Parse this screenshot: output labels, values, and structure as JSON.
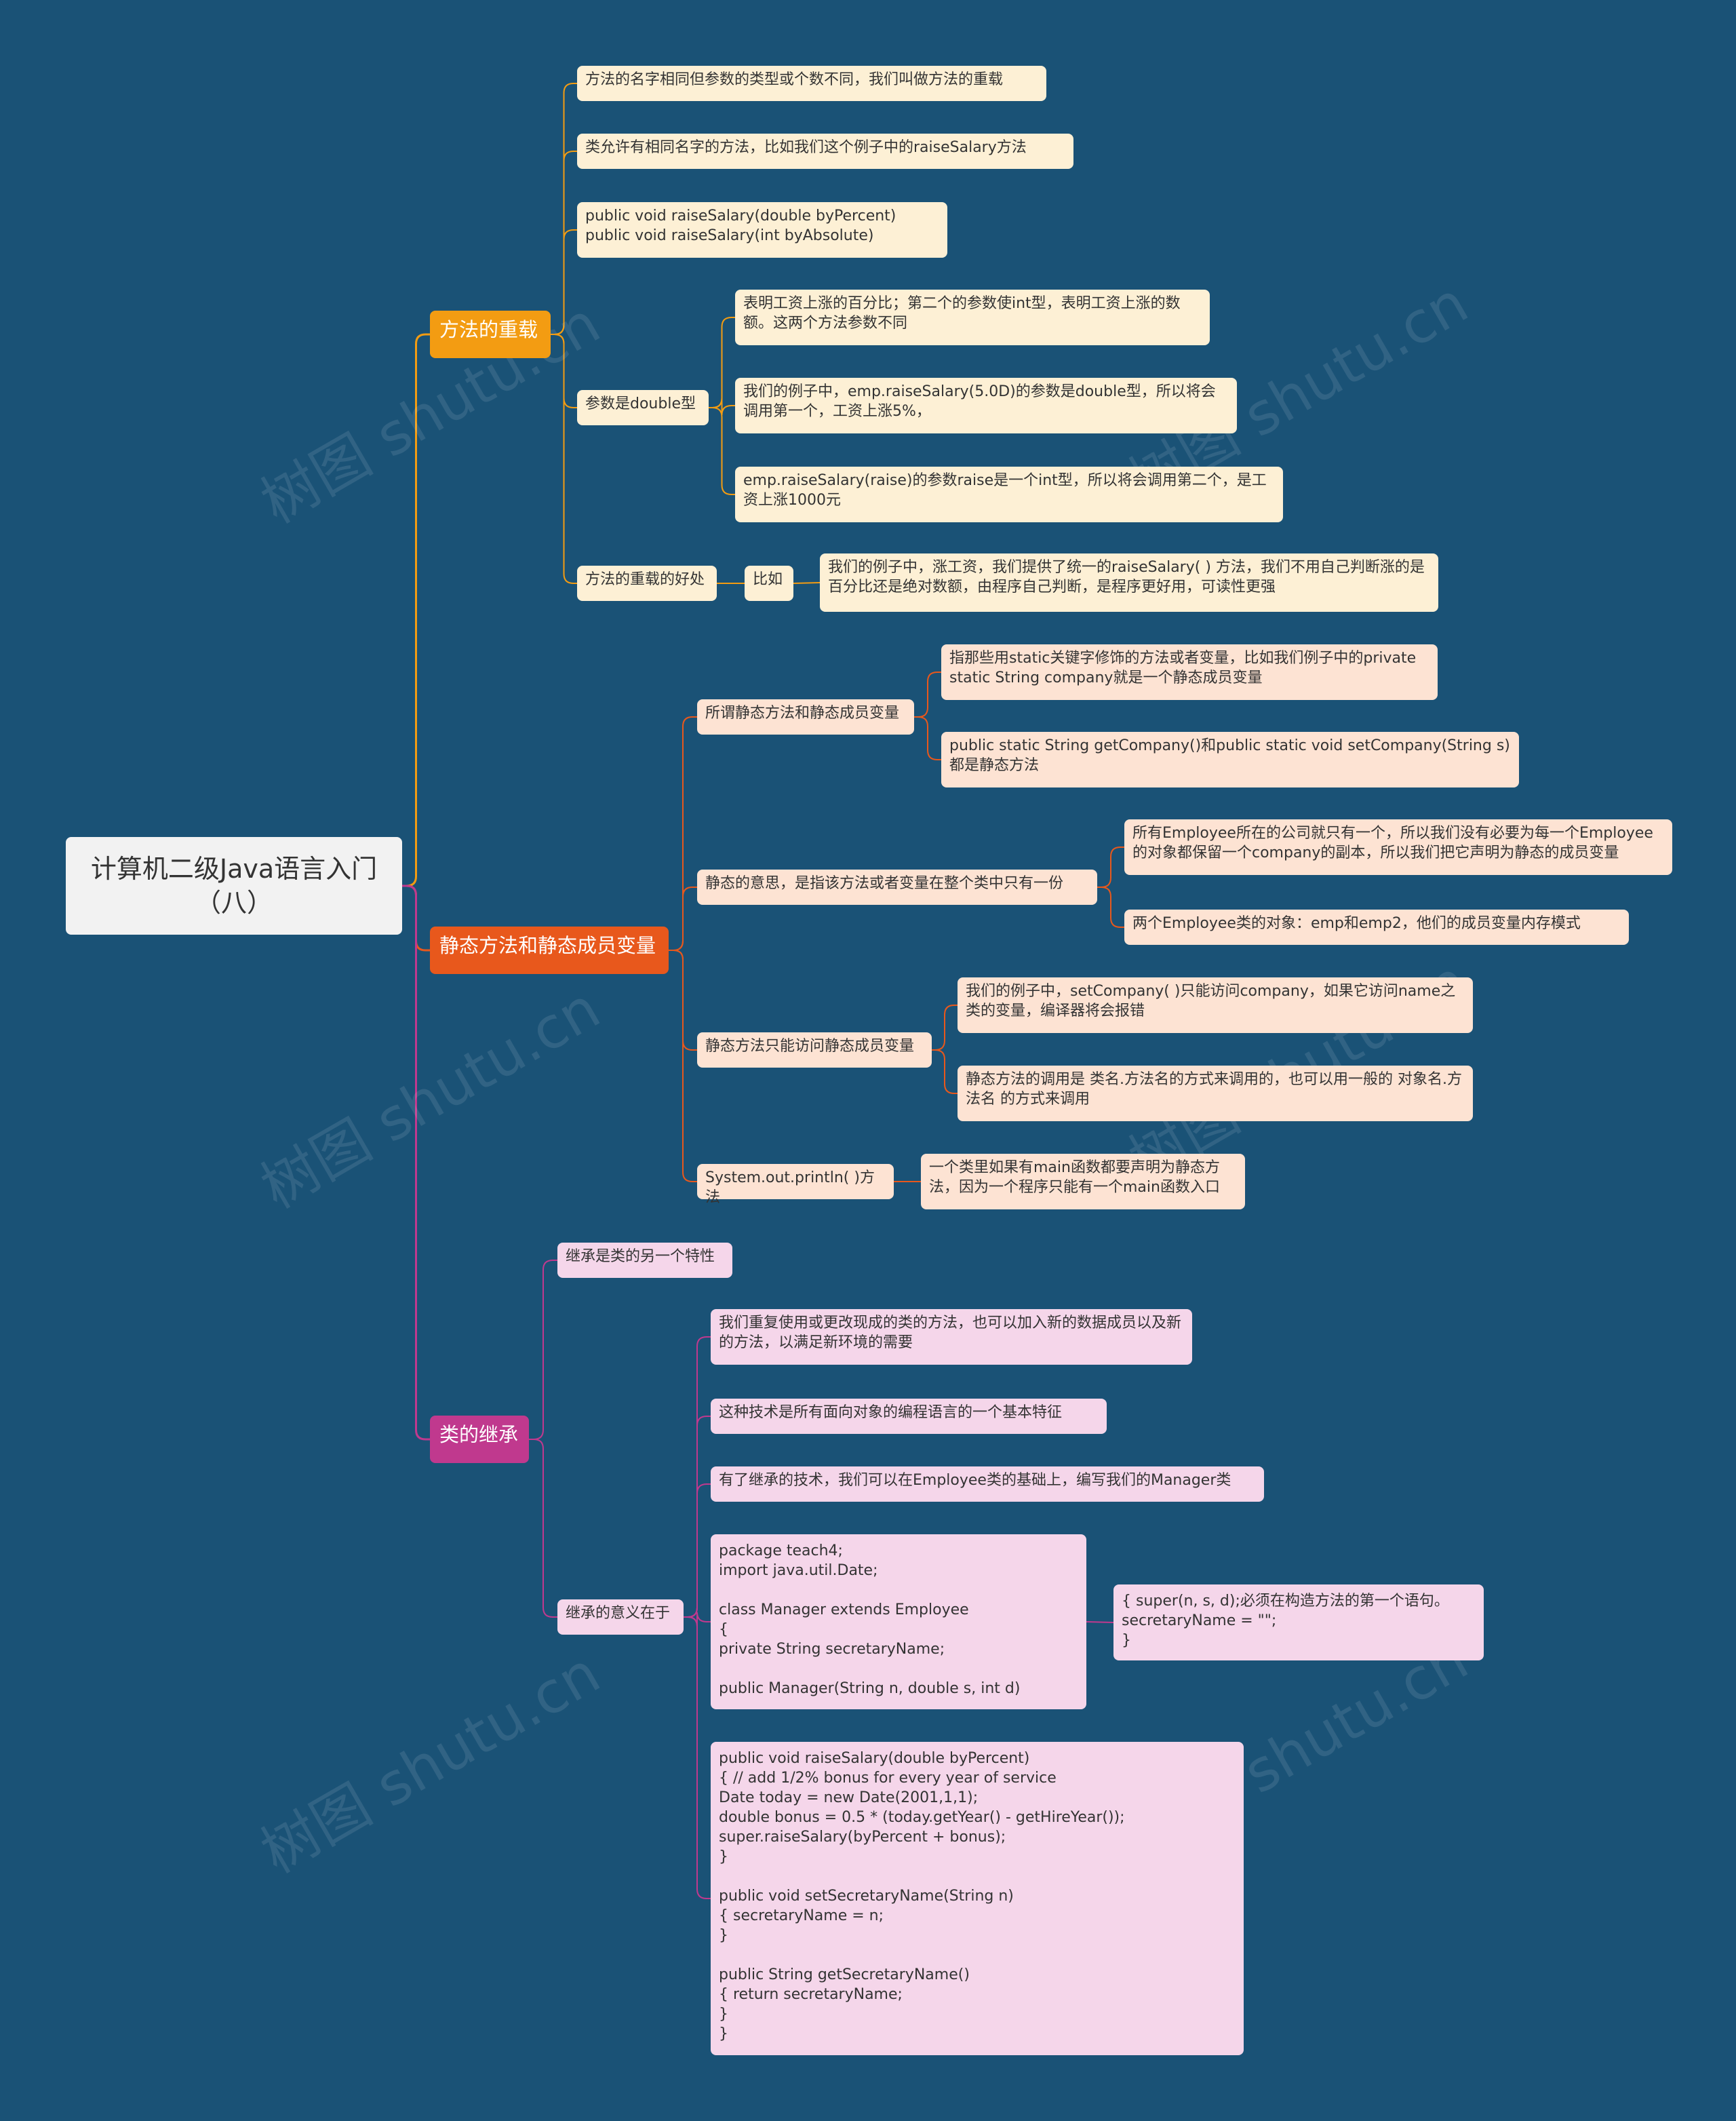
{
  "root": {
    "title": "计算机二级Java语言入门（八）"
  },
  "watermark": "树图 shutu.cn",
  "colors": {
    "background": "#1a5276",
    "branch1": "#f39c12",
    "branch2": "#e8581c",
    "branch3": "#c0398e"
  },
  "branch1": {
    "label": "方法的重载",
    "items": [
      "方法的名字相同但参数的类型或个数不同，我们叫做方法的重载",
      "类允许有相同名字的方法，比如我们这个例子中的raiseSalary方法",
      "public void raiseSalary(double byPercent)\npublic void raiseSalary(int byAbsolute)"
    ],
    "param": {
      "label": "参数是double型",
      "children": [
        "表明工资上涨的百分比；第二个的参数使int型，表明工资上涨的数额。这两个方法参数不同",
        "我们的例子中，emp.raiseSalary(5.0D)的参数是double型，所以将会调用第一个，工资上涨5%，",
        "emp.raiseSalary(raise)的参数raise是一个int型，所以将会调用第二个，是工资上涨1000元"
      ]
    },
    "benefit": {
      "label": "方法的重载的好处",
      "sub": "比如",
      "text": "我们的例子中，涨工资，我们提供了统一的raiseSalary( ) 方法，我们不用自己判断涨的是百分比还是绝对数额，由程序自己判断，是程序更好用，可读性更强"
    }
  },
  "branch2": {
    "label": "静态方法和静态成员变量",
    "groups": [
      {
        "label": "所谓静态方法和静态成员变量",
        "children": [
          "指那些用static关键字修饰的方法或者变量，比如我们例子中的private static String company就是一个静态成员变量",
          "public static String getCompany()和public static void setCompany(String s)都是静态方法"
        ]
      },
      {
        "label": "静态的意思，是指该方法或者变量在整个类中只有一份",
        "children": [
          "所有Employee所在的公司就只有一个，所以我们没有必要为每一个Employee的对象都保留一个company的副本，所以我们把它声明为静态的成员变量",
          "两个Employee类的对象：emp和emp2，他们的成员变量内存模式"
        ]
      },
      {
        "label": "静态方法只能访问静态成员变量",
        "children": [
          "我们的例子中，setCompany( )只能访问company，如果它访问name之类的变量，编译器将会报错",
          "静态方法的调用是 类名.方法名的方式来调用的，也可以用一般的 对象名.方法名 的方式来调用"
        ]
      },
      {
        "label": "System.out.println( )方法",
        "children": [
          "一个类里如果有main函数都要声明为静态方法，因为一个程序只能有一个main函数入口"
        ]
      }
    ]
  },
  "branch3": {
    "label": "类的继承",
    "feature": "继承是类的另一个特性",
    "meaning": {
      "label": "继承的意义在于",
      "children": [
        "我们重复使用或更改现成的类的方法，也可以加入新的数据成员以及新的方法，以满足新环境的需要",
        "这种技术是所有面向对象的编程语言的一个基本特征",
        "有了继承的技术，我们可以在Employee类的基础上，编写我们的Manager类",
        "package teach4;\nimport java.util.Date;\n\nclass Manager extends Employee\n{\nprivate String secretaryName;\n\npublic Manager(String n, double s, int d)",
        "public void raiseSalary(double byPercent)\n{ // add 1/2% bonus for every year of service\nDate today = new Date(2001,1,1);\ndouble bonus = 0.5 * (today.getYear() - getHireYear());\nsuper.raiseSalary(byPercent + bonus);\n}\n\npublic void setSecretaryName(String n)\n{ secretaryName = n;\n}\n\npublic String getSecretaryName()\n{ return secretaryName;\n}\n}"
      ],
      "constructor_body": "{ super(n, s, d);必须在构造方法的第一个语句。\nsecretaryName = \"\";\n}"
    }
  }
}
